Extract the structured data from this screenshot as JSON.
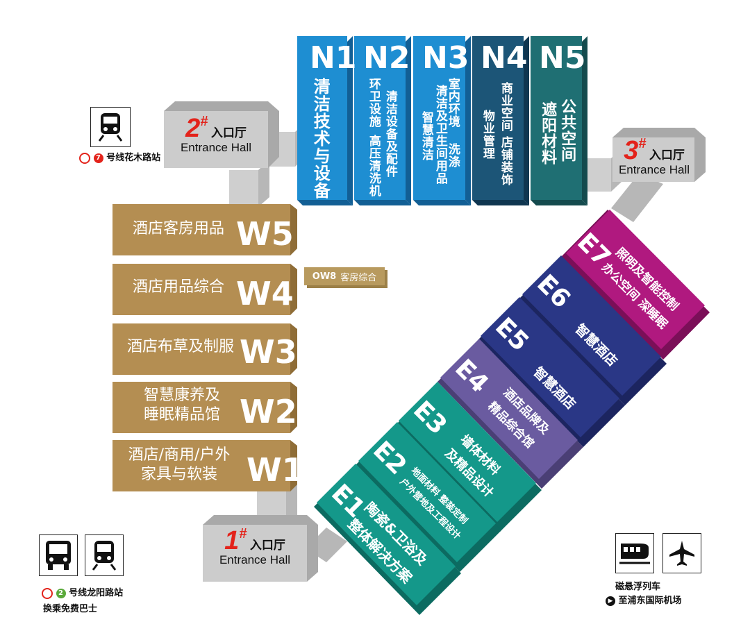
{
  "colors": {
    "gold": "#b48e52",
    "gold_side": "#93703b",
    "gray": "#c9c9c9",
    "gray_side": "#a3a3a3",
    "n1": "#1e8ed2",
    "n2": "#1e8ed2",
    "n3": "#1e8ed2",
    "n4": "#1c5577",
    "n5": "#1f6f73",
    "e1": "#14988a",
    "e2": "#14988a",
    "e3": "#14988a",
    "e4": "#6a5ba0",
    "e5": "#2a3786",
    "e6": "#2a3786",
    "e7": "#b0197f",
    "entrance_red": "#e3231b"
  },
  "north_halls": [
    {
      "code": "N1",
      "lines": [
        "清洁技术与设备"
      ]
    },
    {
      "code": "N2",
      "lines": [
        "环卫设施",
        "清洁设备及配件",
        "高压清洗机"
      ]
    },
    {
      "code": "N3",
      "lines": [
        "室内环境",
        "清洁及卫生间用品",
        "洗涤",
        "智慧清洁"
      ]
    },
    {
      "code": "N4",
      "lines": [
        "商业空间",
        "物业管理",
        "店铺装饰"
      ]
    },
    {
      "code": "N5",
      "lines": [
        "公共空间",
        "遮阳材料"
      ]
    }
  ],
  "west_halls": [
    {
      "code": "W5",
      "lines": [
        "酒店客房用品"
      ]
    },
    {
      "code": "W4",
      "lines": [
        "酒店用品综合"
      ]
    },
    {
      "code": "W3",
      "lines": [
        "酒店布草及制服"
      ]
    },
    {
      "code": "W2",
      "lines": [
        "智慧康养及",
        "睡眠精品馆"
      ]
    },
    {
      "code": "W1",
      "lines": [
        "酒店/商用/户外",
        "家具与软装"
      ]
    }
  ],
  "ow8": {
    "code": "OW8",
    "label": "客房综合"
  },
  "east_halls": [
    {
      "code": "E1",
      "lines": [
        "陶瓷&卫浴及",
        "整体解决方案"
      ]
    },
    {
      "code": "E2",
      "lines": [
        "地面材料 整装定制",
        "户外营地及工程设计"
      ]
    },
    {
      "code": "E3",
      "lines": [
        "墙体材料",
        "及精品设计"
      ]
    },
    {
      "code": "E4",
      "lines": [
        "酒店品牌及",
        "精品综合馆"
      ]
    },
    {
      "code": "E5",
      "lines": [
        "智慧酒店"
      ]
    },
    {
      "code": "E6",
      "lines": [
        "智慧酒店"
      ]
    },
    {
      "code": "E7",
      "lines": [
        "照明及智能控制",
        "办公空间 深睡眠"
      ]
    }
  ],
  "entrances": [
    {
      "num": "1",
      "mark": "#",
      "cn": "入口厅",
      "en": "Entrance Hall"
    },
    {
      "num": "2",
      "mark": "#",
      "cn": "入口厅",
      "en": "Entrance Hall"
    },
    {
      "num": "3",
      "mark": "#",
      "cn": "入口厅",
      "en": "Entrance Hall"
    }
  ],
  "transport": {
    "top_left_station": "号线花木路站",
    "top_left_line": "7",
    "bottom_left_station": "号线龙阳路站",
    "bottom_left_line": "2",
    "bottom_left_note": "换乘免费巴士",
    "maglev": "磁悬浮列车",
    "airport": "至浦东国际机场"
  },
  "icons": [
    "metro-train-icon",
    "bus-icon",
    "maglev-icon",
    "airplane-icon",
    "shanghai-metro-logo-icon",
    "play-arrow-icon"
  ]
}
